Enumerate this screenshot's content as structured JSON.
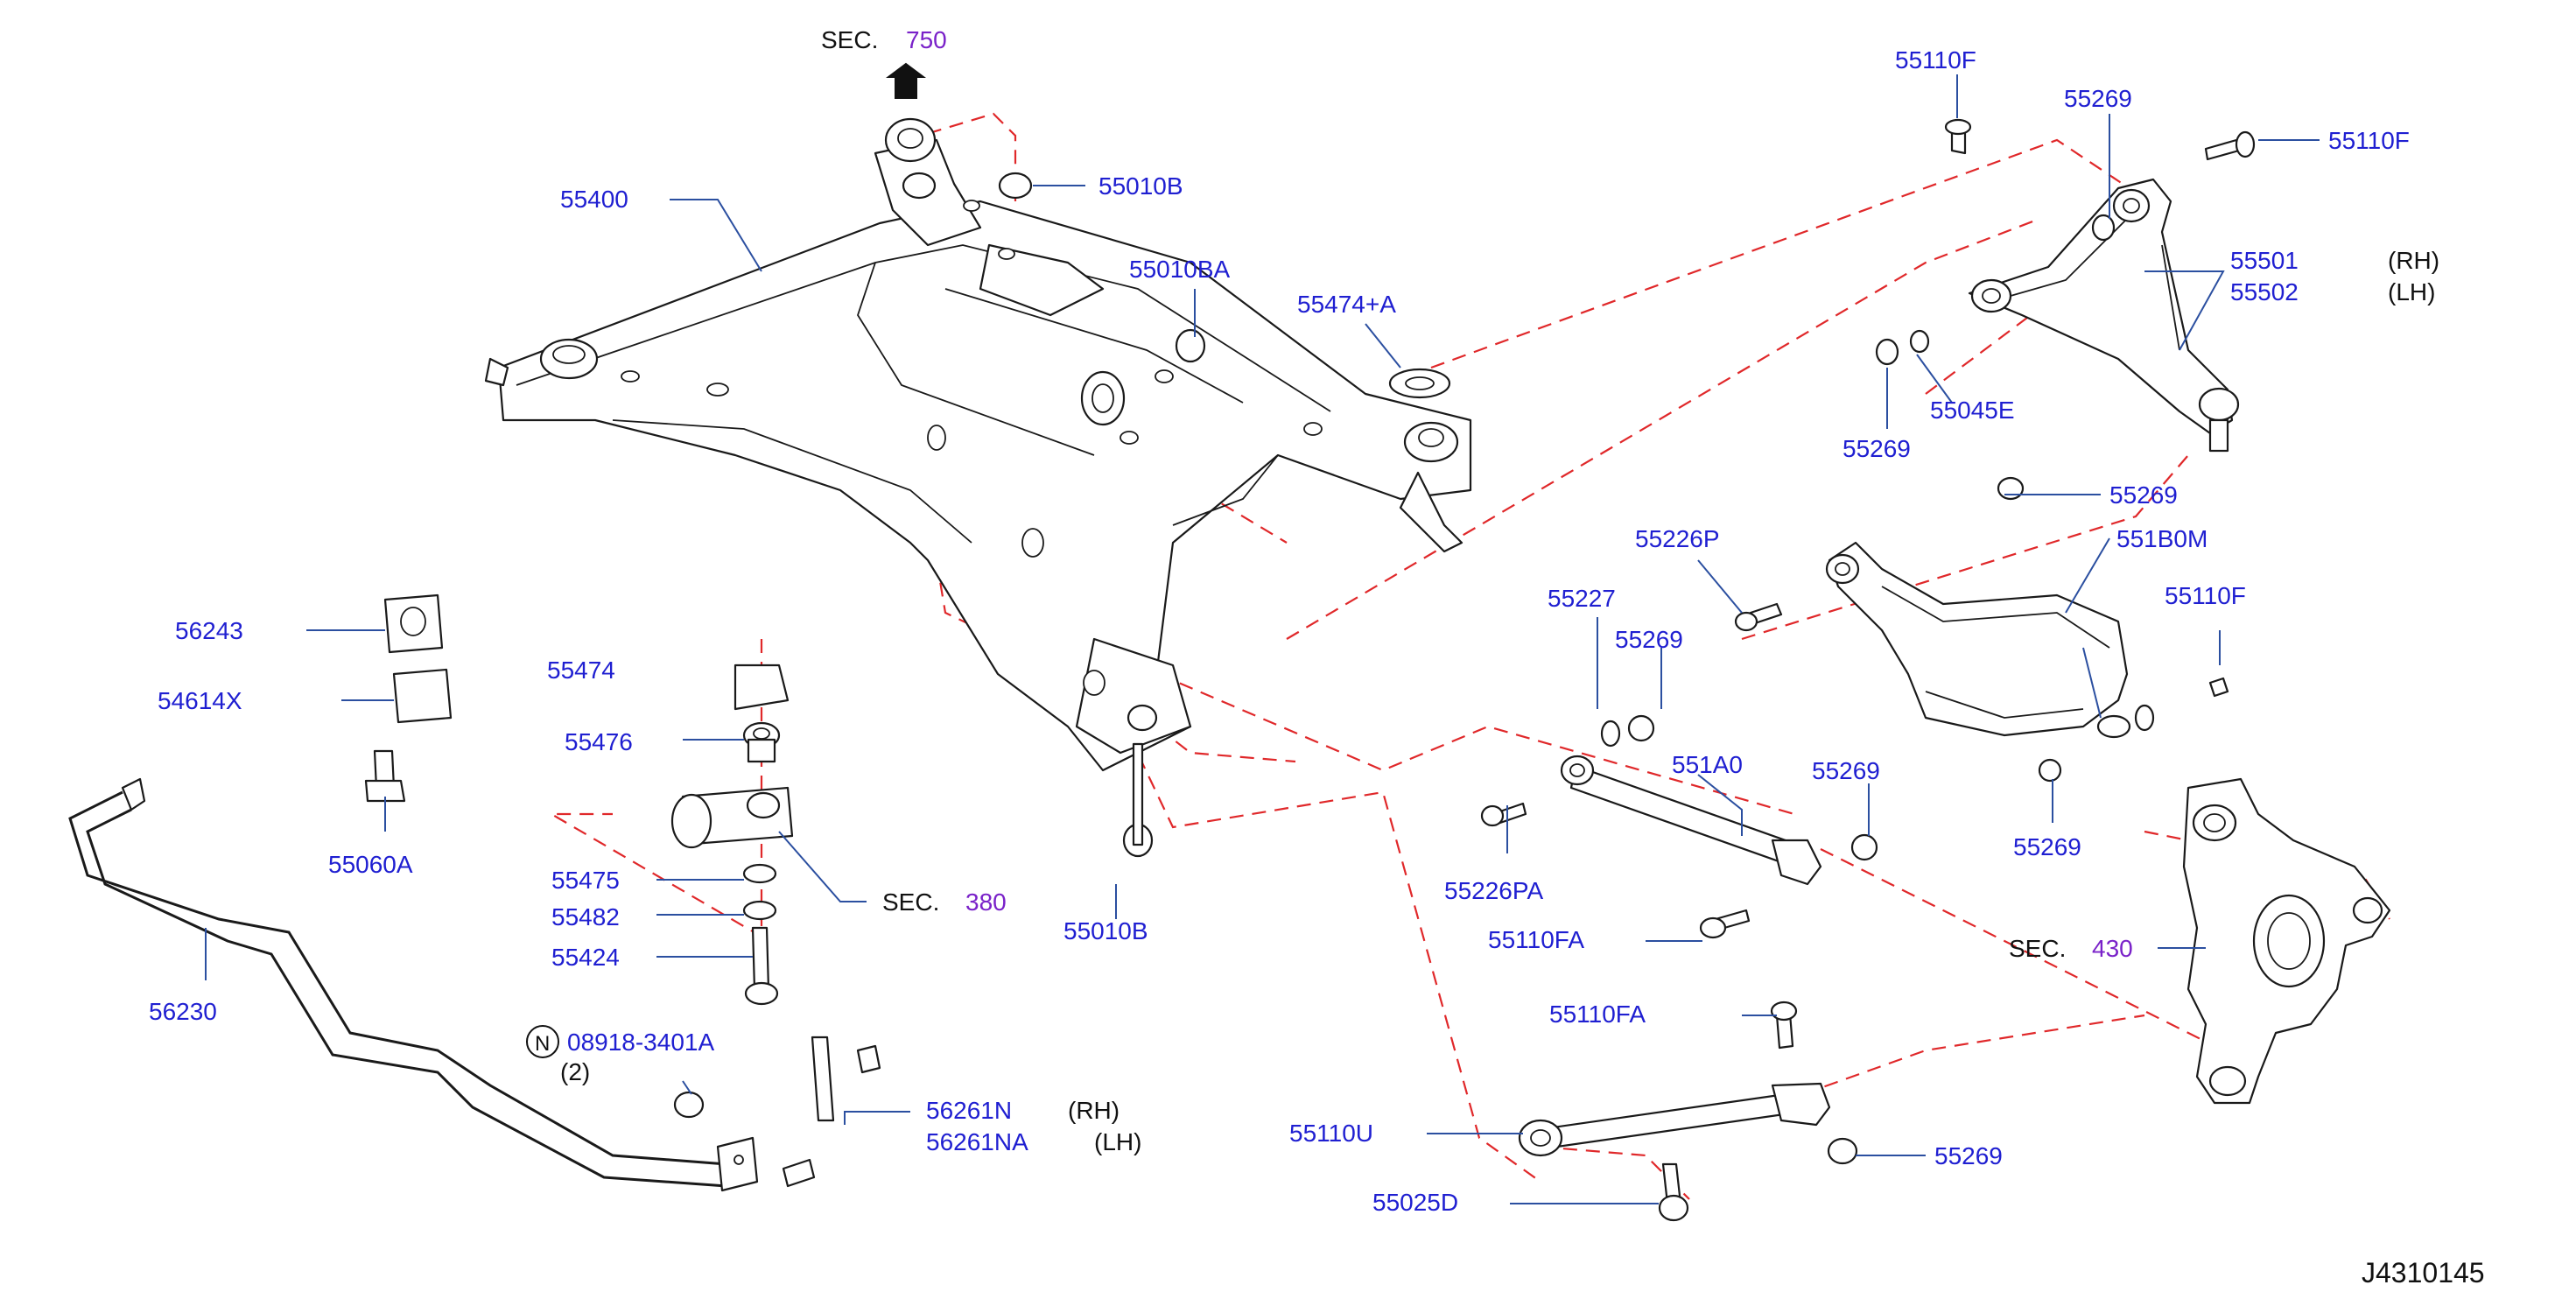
{
  "diagram_id": "J4310145",
  "colors": {
    "part_number": "#1f1fd1",
    "section_ref": "#7a22c9",
    "guide_line": "#e0282a",
    "leader": "#2b4fa0"
  },
  "section_refs": [
    {
      "prefix": "SEC.",
      "number": "750"
    },
    {
      "prefix": "SEC.",
      "number": "380"
    },
    {
      "prefix": "SEC.",
      "number": "430"
    }
  ],
  "parts": {
    "p55400": "55400",
    "p55010B_top": "55010B",
    "p55010BA": "55010BA",
    "p55474A": "55474+A",
    "p55110F_a": "55110F",
    "p55269_a": "55269",
    "p55110F_b": "55110F",
    "p55501": "55501",
    "p55502": "55502",
    "p55269_b": "55269",
    "p55045E": "55045E",
    "p55269_c": "55269",
    "p55226P": "55226P",
    "p551B0M": "551B0M",
    "p55227": "55227",
    "p55269_d": "55269",
    "p55110F_c": "55110F",
    "p551A0": "551A0",
    "p55269_e": "55269",
    "p55226PA": "55226PA",
    "p55269_f": "55269",
    "p55110FA_a": "55110FA",
    "p55110FA_b": "55110FA",
    "p55110U": "55110U",
    "p55269_g": "55269",
    "p55025D": "55025D",
    "p55010B_bot": "55010B",
    "p56243": "56243",
    "p54614X": "54614X",
    "p5547x": "55474",
    "p55476": "55476",
    "p55060A": "55060A",
    "p55475": "55475",
    "p55482": "55482",
    "p55424": "55424",
    "p56230": "56230",
    "p08918": "08918-3401A",
    "p08918_qty": "(2)",
    "p08918_badge": "N",
    "p56261N": "56261N",
    "p56261NA": "56261NA"
  },
  "side_labels": {
    "rh": "(RH)",
    "lh": "(LH)"
  }
}
